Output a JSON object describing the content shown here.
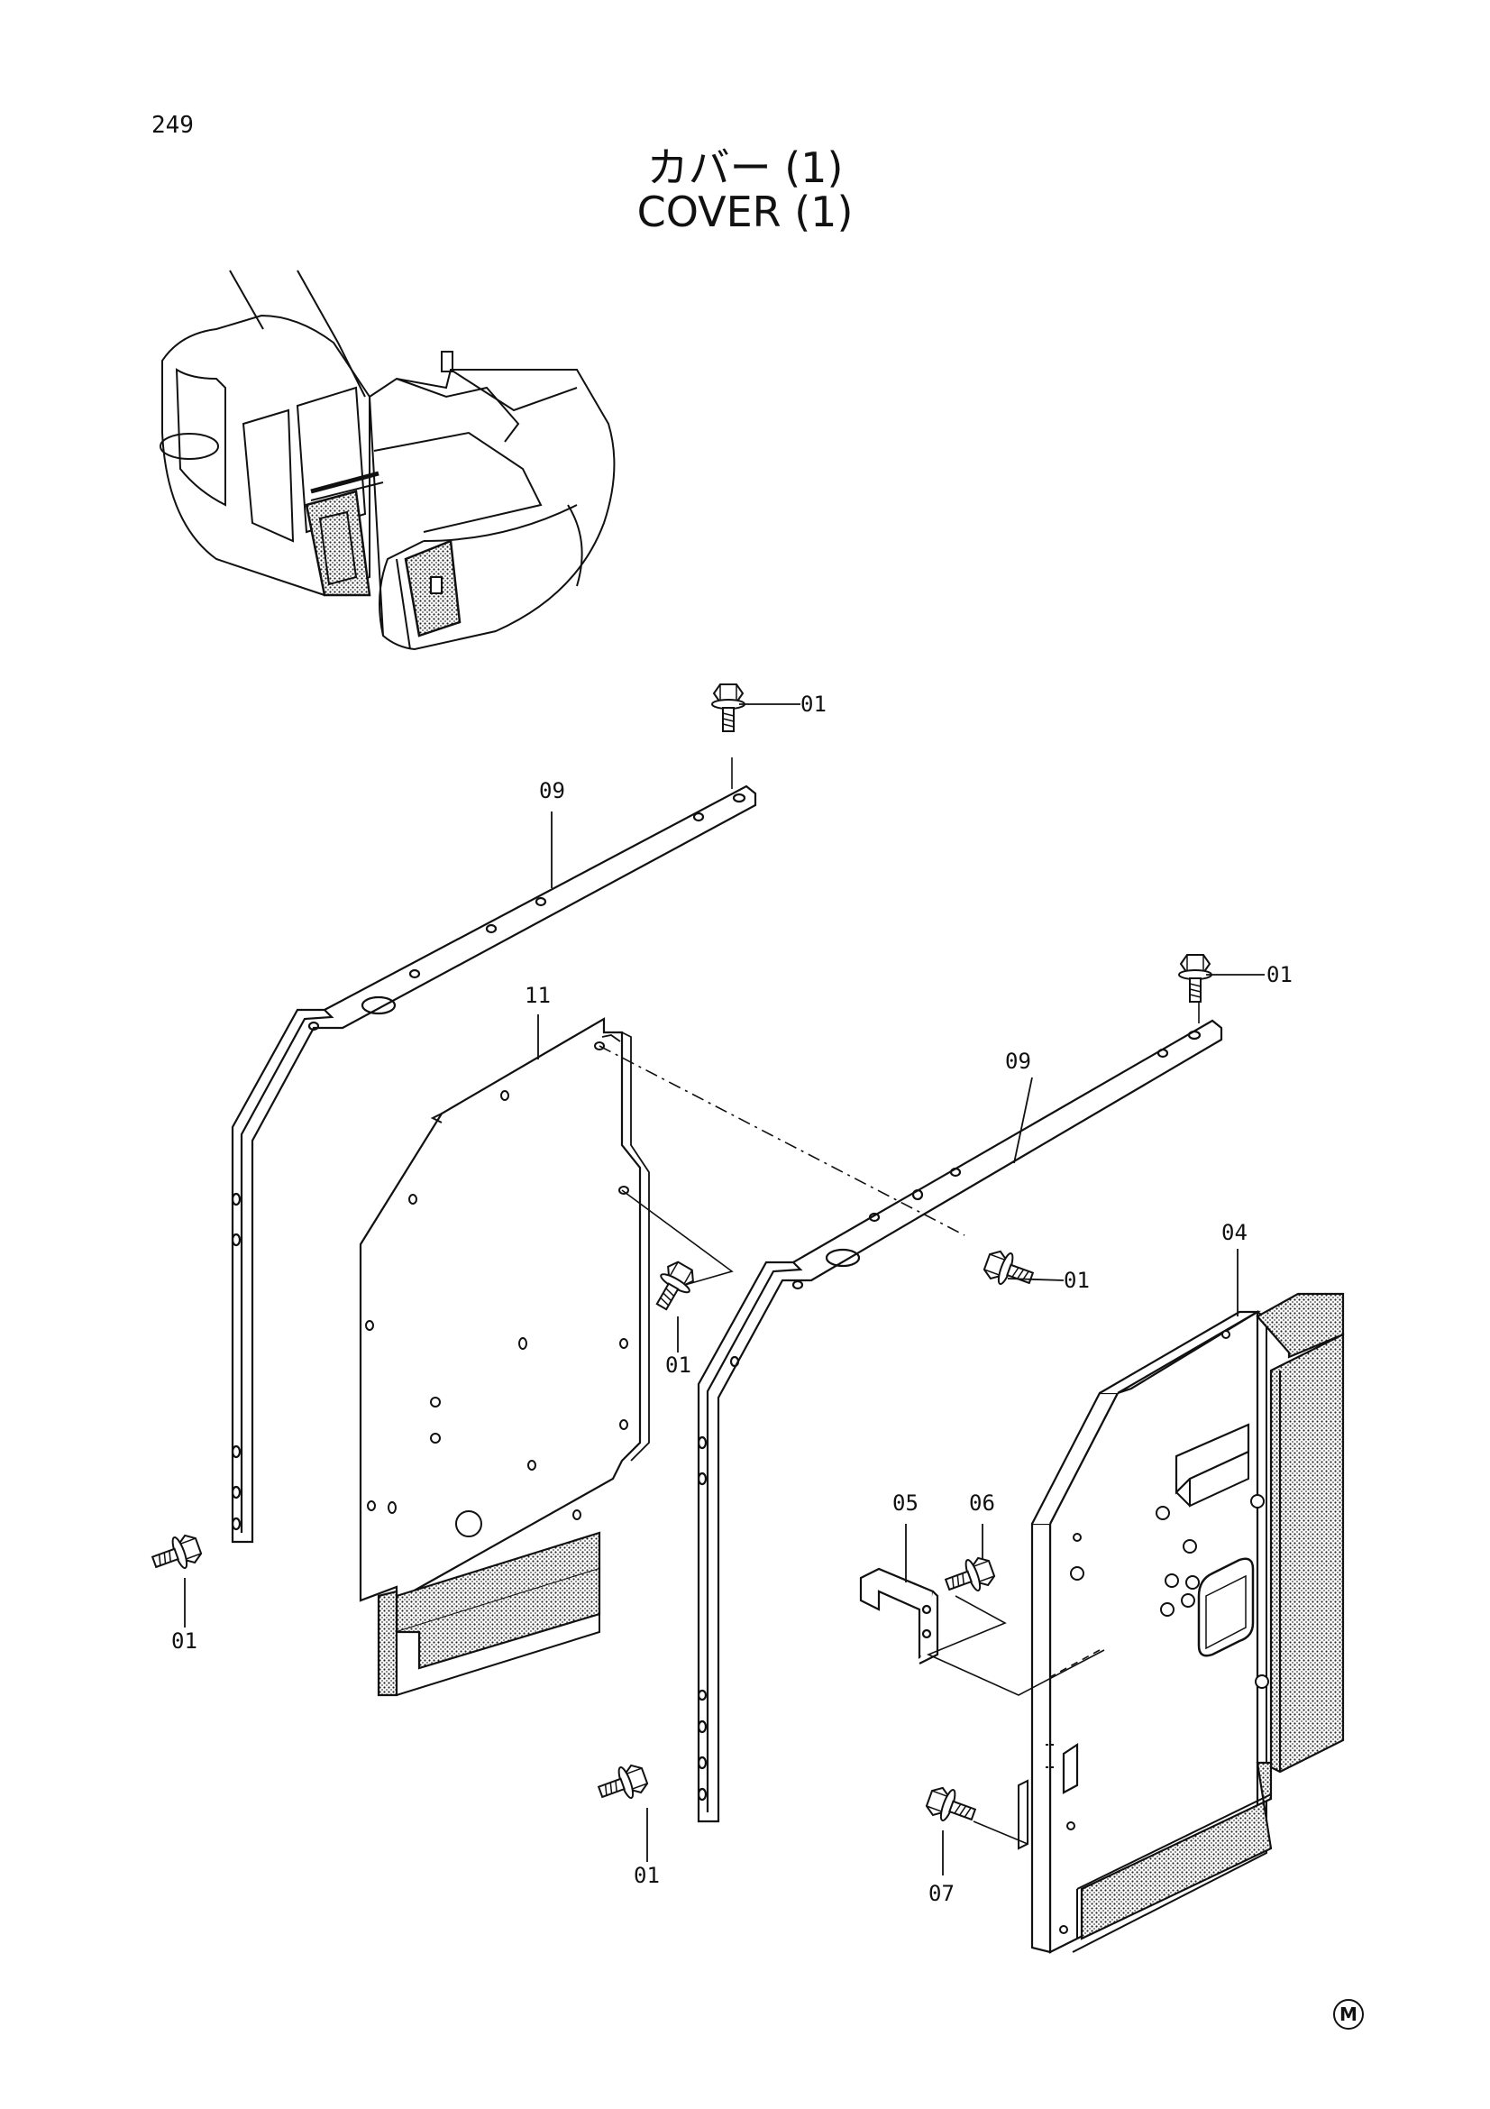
{
  "page": {
    "number": "249"
  },
  "title": {
    "japanese": "カバー (1)",
    "english": "COVER (1)"
  },
  "callouts": [
    {
      "id": "bolt-top-left",
      "text": "01"
    },
    {
      "id": "bolt-top-right",
      "text": "01"
    },
    {
      "id": "bolt-center",
      "text": "01"
    },
    {
      "id": "bolt-mid-left",
      "text": "01"
    },
    {
      "id": "bolt-bottom-left",
      "text": "01"
    },
    {
      "id": "bolt-bottom-center",
      "text": "01"
    },
    {
      "id": "frame-left",
      "text": "09"
    },
    {
      "id": "frame-right",
      "text": "09"
    },
    {
      "id": "panel-left",
      "text": "11"
    },
    {
      "id": "panel-right",
      "text": "04"
    },
    {
      "id": "bracket",
      "text": "05"
    },
    {
      "id": "bracket-bolt",
      "text": "06"
    },
    {
      "id": "panel-bolt",
      "text": "07"
    }
  ],
  "footer": {
    "mark": "M"
  },
  "icons": {
    "bolt": "hex-bolt-icon",
    "machine": "excavator-overview-icon"
  }
}
